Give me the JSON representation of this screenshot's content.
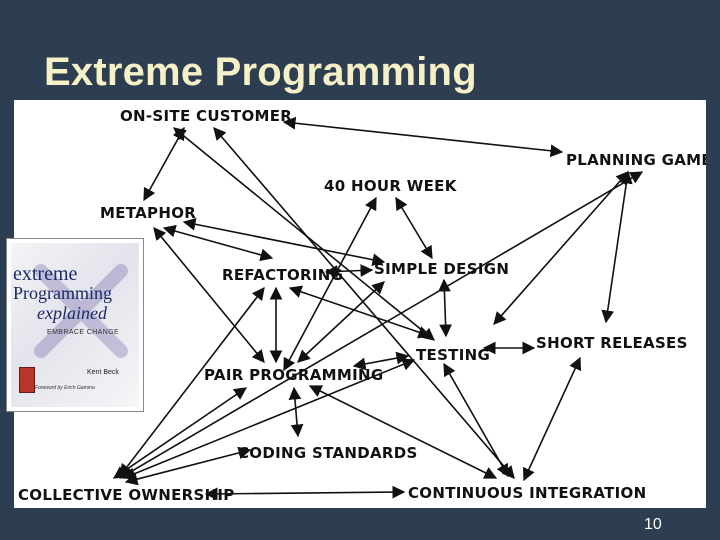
{
  "slide": {
    "title": "Extreme Programming",
    "page_number": "10"
  },
  "diagram": {
    "nodes": [
      {
        "id": "onsite",
        "label": "ON-SITE CUSTOMER"
      },
      {
        "id": "planning",
        "label": "PLANNING GAME"
      },
      {
        "id": "fortyhour",
        "label": "40 HOUR WEEK"
      },
      {
        "id": "metaphor",
        "label": "METAPHOR"
      },
      {
        "id": "refactoring",
        "label": "REFACTORING"
      },
      {
        "id": "simpledesign",
        "label": "SIMPLE DESIGN"
      },
      {
        "id": "testing",
        "label": "TESTING"
      },
      {
        "id": "shortreleases",
        "label": "SHORT RELEASES"
      },
      {
        "id": "pairprog",
        "label": "PAIR PROGRAMMING"
      },
      {
        "id": "codingstd",
        "label": "CODING STANDARDS"
      },
      {
        "id": "collective",
        "label": "COLLECTIVE OWNERSHIP"
      },
      {
        "id": "ci",
        "label": "CONTINUOUS INTEGRATION"
      }
    ]
  },
  "book": {
    "title_line1": "extreme",
    "title_line2": "Programming",
    "title_line3": "explained",
    "subtitle": "EMBRACE CHANGE",
    "author": "Kent Beck",
    "foreword": "Foreword by Erich Gamma"
  }
}
